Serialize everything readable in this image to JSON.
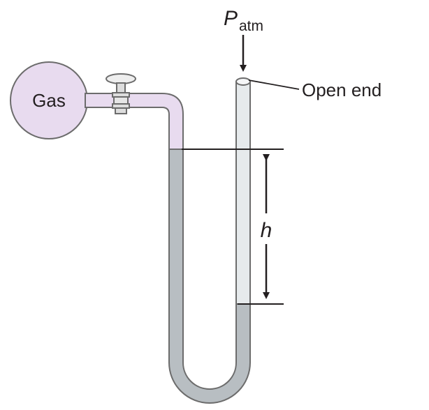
{
  "labels": {
    "gas": "Gas",
    "pressure_symbol": "P",
    "pressure_subscript": "atm",
    "open_end": "Open end",
    "height": "h"
  },
  "colors": {
    "gas": "#e8dbef",
    "liquid": "#b8bec2",
    "glass_outline": "#6c6c6c",
    "ink": "#231f20"
  }
}
